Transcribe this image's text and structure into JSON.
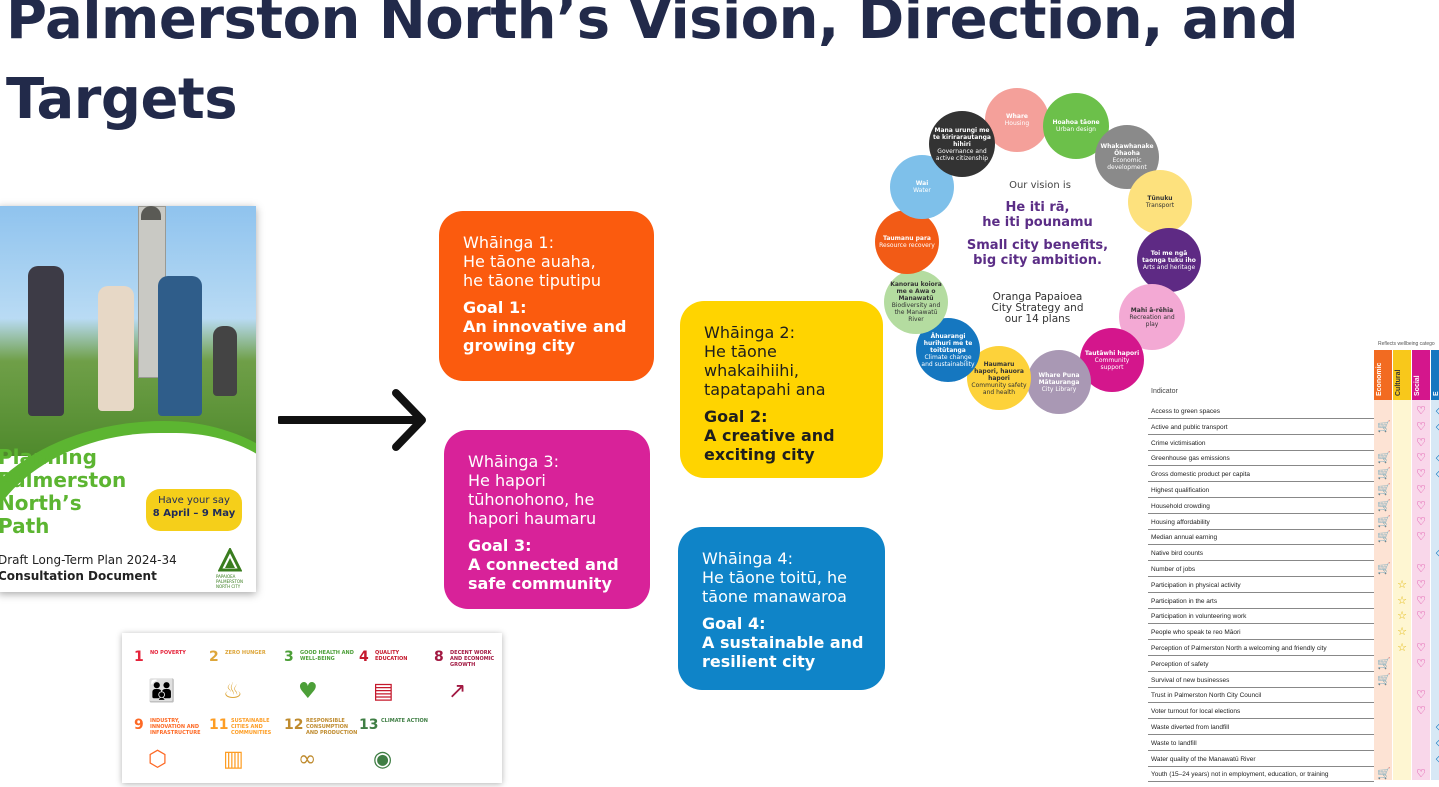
{
  "title": {
    "line1": "Palmerston North’s Vision, Direction, and",
    "line2": "Targets"
  },
  "cover": {
    "title_lines": [
      "Planning",
      "Palmerston",
      "North’s",
      "Path"
    ],
    "have_your_say": "Have your say",
    "dates": "8 April – 9 May",
    "subtitle1": "Draft Long-Term Plan 2024-34",
    "subtitle2": "Consultation Document",
    "logo_text": "PAPAIOEA PALMERSTON NORTH CITY"
  },
  "goals": [
    {
      "whainga": [
        "Whāinga 1:",
        "He tāone auaha,",
        "he tāone tiputipu"
      ],
      "goal": [
        "Goal 1:",
        "An innovative and",
        "growing city"
      ],
      "color": "#fb5b0e"
    },
    {
      "whainga": [
        "Whāinga 2:",
        "He tāone",
        "whakaihiihi,",
        "tapatapahi ana"
      ],
      "goal": [
        "Goal 2:",
        "A creative and",
        "exciting city"
      ],
      "color": "#ffd400"
    },
    {
      "whainga": [
        "Whāinga 3:",
        "He hapori",
        "tūhonohono, he",
        "hapori haumaru"
      ],
      "goal": [
        "Goal 3:",
        "A connected and",
        "safe community"
      ],
      "color": "#d82299"
    },
    {
      "whainga": [
        "Whāinga 4:",
        "He tāone toitū, he",
        "tāone manawaroa"
      ],
      "goal": [
        "Goal 4:",
        "A sustainable and",
        "resilient city"
      ],
      "color": "#0f84c8"
    }
  ],
  "sdg": [
    {
      "num": "1",
      "label": "NO POVERTY",
      "icon": "family-icon",
      "glyph": "👪",
      "color": "#e5243b"
    },
    {
      "num": "2",
      "label": "ZERO HUNGER",
      "icon": "bowl-icon",
      "glyph": "♨",
      "color": "#dda63a"
    },
    {
      "num": "3",
      "label": "GOOD HEALTH AND WELL-BEING",
      "icon": "heartbeat-icon",
      "glyph": "♥",
      "color": "#4c9f38"
    },
    {
      "num": "4",
      "label": "QUALITY EDUCATION",
      "icon": "book-icon",
      "glyph": "▤",
      "color": "#c5192d"
    },
    {
      "num": "8",
      "label": "DECENT WORK AND ECONOMIC GROWTH",
      "icon": "growth-chart-icon",
      "glyph": "↗",
      "color": "#a21942"
    },
    {
      "num": "9",
      "label": "INDUSTRY, INNOVATION AND INFRASTRUCTURE",
      "icon": "cubes-icon",
      "glyph": "⬡",
      "color": "#fd6925"
    },
    {
      "num": "11",
      "label": "SUSTAINABLE CITIES AND COMMUNITIES",
      "icon": "city-icon",
      "glyph": "▥",
      "color": "#fd9d24"
    },
    {
      "num": "12",
      "label": "RESPONSIBLE CONSUMPTION AND PRODUCTION",
      "icon": "infinity-icon",
      "glyph": "∞",
      "color": "#bf8b2e"
    },
    {
      "num": "13",
      "label": "CLIMATE ACTION",
      "icon": "eye-globe-icon",
      "glyph": "◉",
      "color": "#3f7e44"
    }
  ],
  "vision": {
    "label": "Our vision is",
    "maori_line1": "He iti rā,",
    "maori_line2": "he iti pounamu",
    "english_line1": "Small city benefits,",
    "english_line2": "big city ambition.",
    "plans_line1": "Oranga Papaioea",
    "plans_line2": "City Strategy and",
    "plans_line3": "our 14 plans"
  },
  "plans": [
    {
      "maori": "Whare",
      "english": "Housing",
      "color": "#f4a09a",
      "text": "#ffffff"
    },
    {
      "maori": "Hoahoa tāone",
      "english": "Urban design",
      "color": "#6cc04a",
      "text": "#ffffff"
    },
    {
      "maori": "Whakawhanake Ōhaoha",
      "english": "Economic development",
      "color": "#8a8a8a",
      "text": "#ffffff"
    },
    {
      "maori": "Tūnuku",
      "english": "Transport",
      "color": "#fde17d",
      "text": "#333333"
    },
    {
      "maori": "Toi me ngā taonga tuku iho",
      "english": "Arts and heritage",
      "color": "#5e2a84",
      "text": "#ffffff"
    },
    {
      "maori": "Mahi ā-rēhia",
      "english": "Recreation and play",
      "color": "#f3a9d4",
      "text": "#333333"
    },
    {
      "maori": "Tautāwhi hapori",
      "english": "Community support",
      "color": "#d4168c",
      "text": "#ffffff"
    },
    {
      "maori": "Whare Puna Mātauranga",
      "english": "City Library",
      "color": "#a998b4",
      "text": "#ffffff"
    },
    {
      "maori": "Haumaru hapori, hauora hapori",
      "english": "Community safety and health",
      "color": "#fdd23a",
      "text": "#333333"
    },
    {
      "maori": "Āhuarangi hurihuri me te toitūtanga",
      "english": "Climate change and sustainability",
      "color": "#1577c0",
      "text": "#ffffff"
    },
    {
      "maori": "Kanorau koiora me e Awa o Manawatū",
      "english": "Biodiversity and the Manawatū River",
      "color": "#b4dca0",
      "text": "#333333"
    },
    {
      "maori": "Taumanu para",
      "english": "Resource recovery",
      "color": "#f25b16",
      "text": "#ffffff"
    },
    {
      "maori": "Wai",
      "english": "Water",
      "color": "#7ec0ea",
      "text": "#ffffff"
    },
    {
      "maori": "Mana urungi me te kirirarautanga hihiri",
      "english": "Governance and active citizenship",
      "color": "#333333",
      "text": "#ffffff"
    }
  ],
  "indicators": {
    "top_note": "Reflects wellbeing catego",
    "header": "Indicator",
    "categories": [
      {
        "name": "Economic",
        "color": "#f26b21",
        "bg": "#fde3d4"
      },
      {
        "name": "Cultural",
        "color": "#f8c81b",
        "bg": "#fef6d2"
      },
      {
        "name": "Social",
        "color": "#d4168c",
        "bg": "#f9d7ea"
      },
      {
        "name": "E",
        "color": "#1577c0",
        "bg": "#d7e8f5"
      }
    ],
    "rows": [
      {
        "name": "Access to green spaces",
        "e": false,
        "c": false,
        "s": true,
        "n": true
      },
      {
        "name": "Active and public transport",
        "e": true,
        "c": false,
        "s": true,
        "n": true
      },
      {
        "name": "Crime victimisation",
        "e": false,
        "c": false,
        "s": true,
        "n": false
      },
      {
        "name": "Greenhouse gas emissions",
        "e": true,
        "c": false,
        "s": true,
        "n": true
      },
      {
        "name": "Gross domestic product per capita",
        "e": true,
        "c": false,
        "s": true,
        "n": true
      },
      {
        "name": "Highest qualification",
        "e": true,
        "c": false,
        "s": true,
        "n": false
      },
      {
        "name": "Household crowding",
        "e": true,
        "c": false,
        "s": true,
        "n": false
      },
      {
        "name": "Housing affordability",
        "e": true,
        "c": false,
        "s": true,
        "n": false
      },
      {
        "name": "Median annual earning",
        "e": true,
        "c": false,
        "s": true,
        "n": false
      },
      {
        "name": "Native bird counts",
        "e": false,
        "c": false,
        "s": false,
        "n": true
      },
      {
        "name": "Number of jobs",
        "e": true,
        "c": false,
        "s": true,
        "n": false
      },
      {
        "name": "Participation in physical activity",
        "e": false,
        "c": true,
        "s": true,
        "n": false
      },
      {
        "name": "Participation in the arts",
        "e": false,
        "c": true,
        "s": true,
        "n": false
      },
      {
        "name": "Participation in volunteering work",
        "e": false,
        "c": true,
        "s": true,
        "n": false
      },
      {
        "name": "People who speak te reo Māori",
        "e": false,
        "c": true,
        "s": false,
        "n": false
      },
      {
        "name": "Perception of Palmerston North a welcoming and friendly city",
        "e": false,
        "c": true,
        "s": true,
        "n": false
      },
      {
        "name": "Perception of safety",
        "e": true,
        "c": false,
        "s": true,
        "n": false
      },
      {
        "name": "Survival of new businesses",
        "e": true,
        "c": false,
        "s": false,
        "n": false
      },
      {
        "name": "Trust in Palmerston North City Council",
        "e": false,
        "c": false,
        "s": true,
        "n": false
      },
      {
        "name": "Voter turnout for local elections",
        "e": false,
        "c": false,
        "s": true,
        "n": false
      },
      {
        "name": "Waste diverted from landfill",
        "e": false,
        "c": false,
        "s": false,
        "n": true
      },
      {
        "name": "Waste to landfill",
        "e": false,
        "c": false,
        "s": false,
        "n": true
      },
      {
        "name": "Water quality of the Manawatū River",
        "e": false,
        "c": false,
        "s": false,
        "n": true
      },
      {
        "name": "Youth (15–24 years) not in employment, education, or training",
        "e": true,
        "c": false,
        "s": true,
        "n": false
      }
    ]
  }
}
